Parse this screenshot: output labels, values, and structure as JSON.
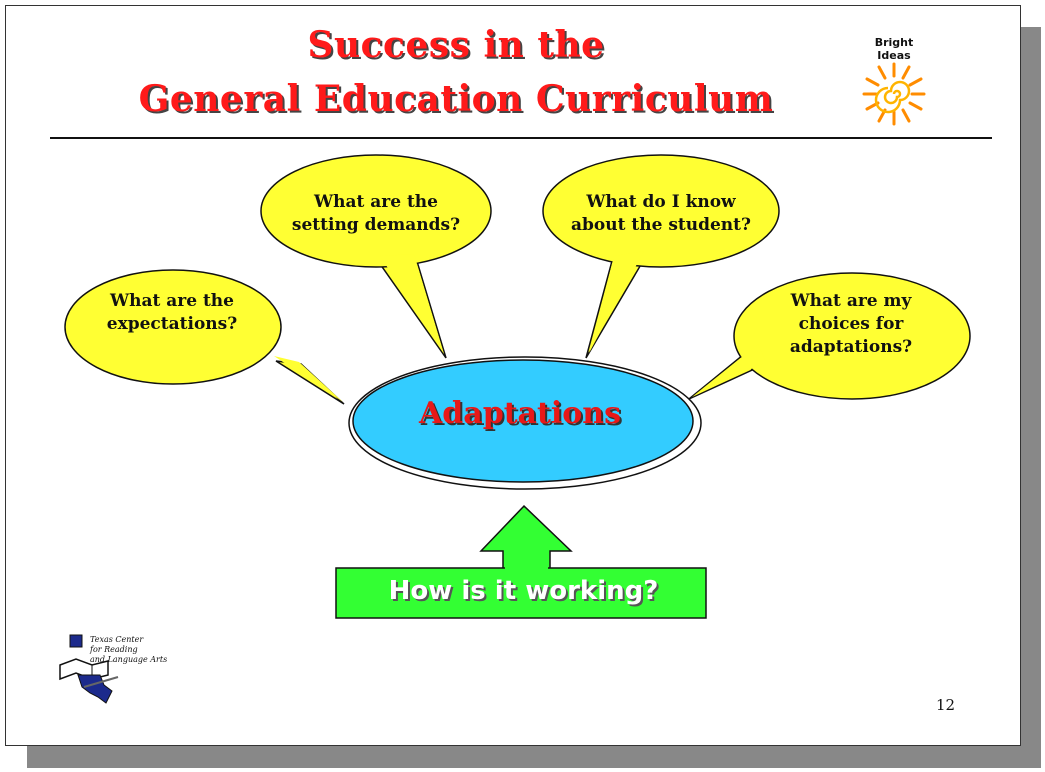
{
  "title": {
    "line1": "Success in the",
    "line2": "General Education Curriculum"
  },
  "logo": {
    "label": "Bright Ideas",
    "icon": "sun-spiral-icon"
  },
  "diagram": {
    "center": "Adaptations",
    "bubbles": [
      {
        "lines": [
          "What are the",
          "expectations?"
        ]
      },
      {
        "lines": [
          "What are the",
          "setting demands?"
        ]
      },
      {
        "lines": [
          "What do I know",
          "about the student?"
        ]
      },
      {
        "lines": [
          "What are my",
          "choices for",
          "adaptations?"
        ]
      }
    ],
    "feedback": "How is it working?"
  },
  "footer": {
    "org_line1": "Texas Center",
    "org_line2": "for Reading",
    "org_line3": "and Language Arts",
    "page_number": "12"
  },
  "colors": {
    "title": "#ff1a1a",
    "bubble_fill": "#ffff33",
    "center_fill": "#33ccff",
    "arrow_fill": "#33ff33"
  }
}
